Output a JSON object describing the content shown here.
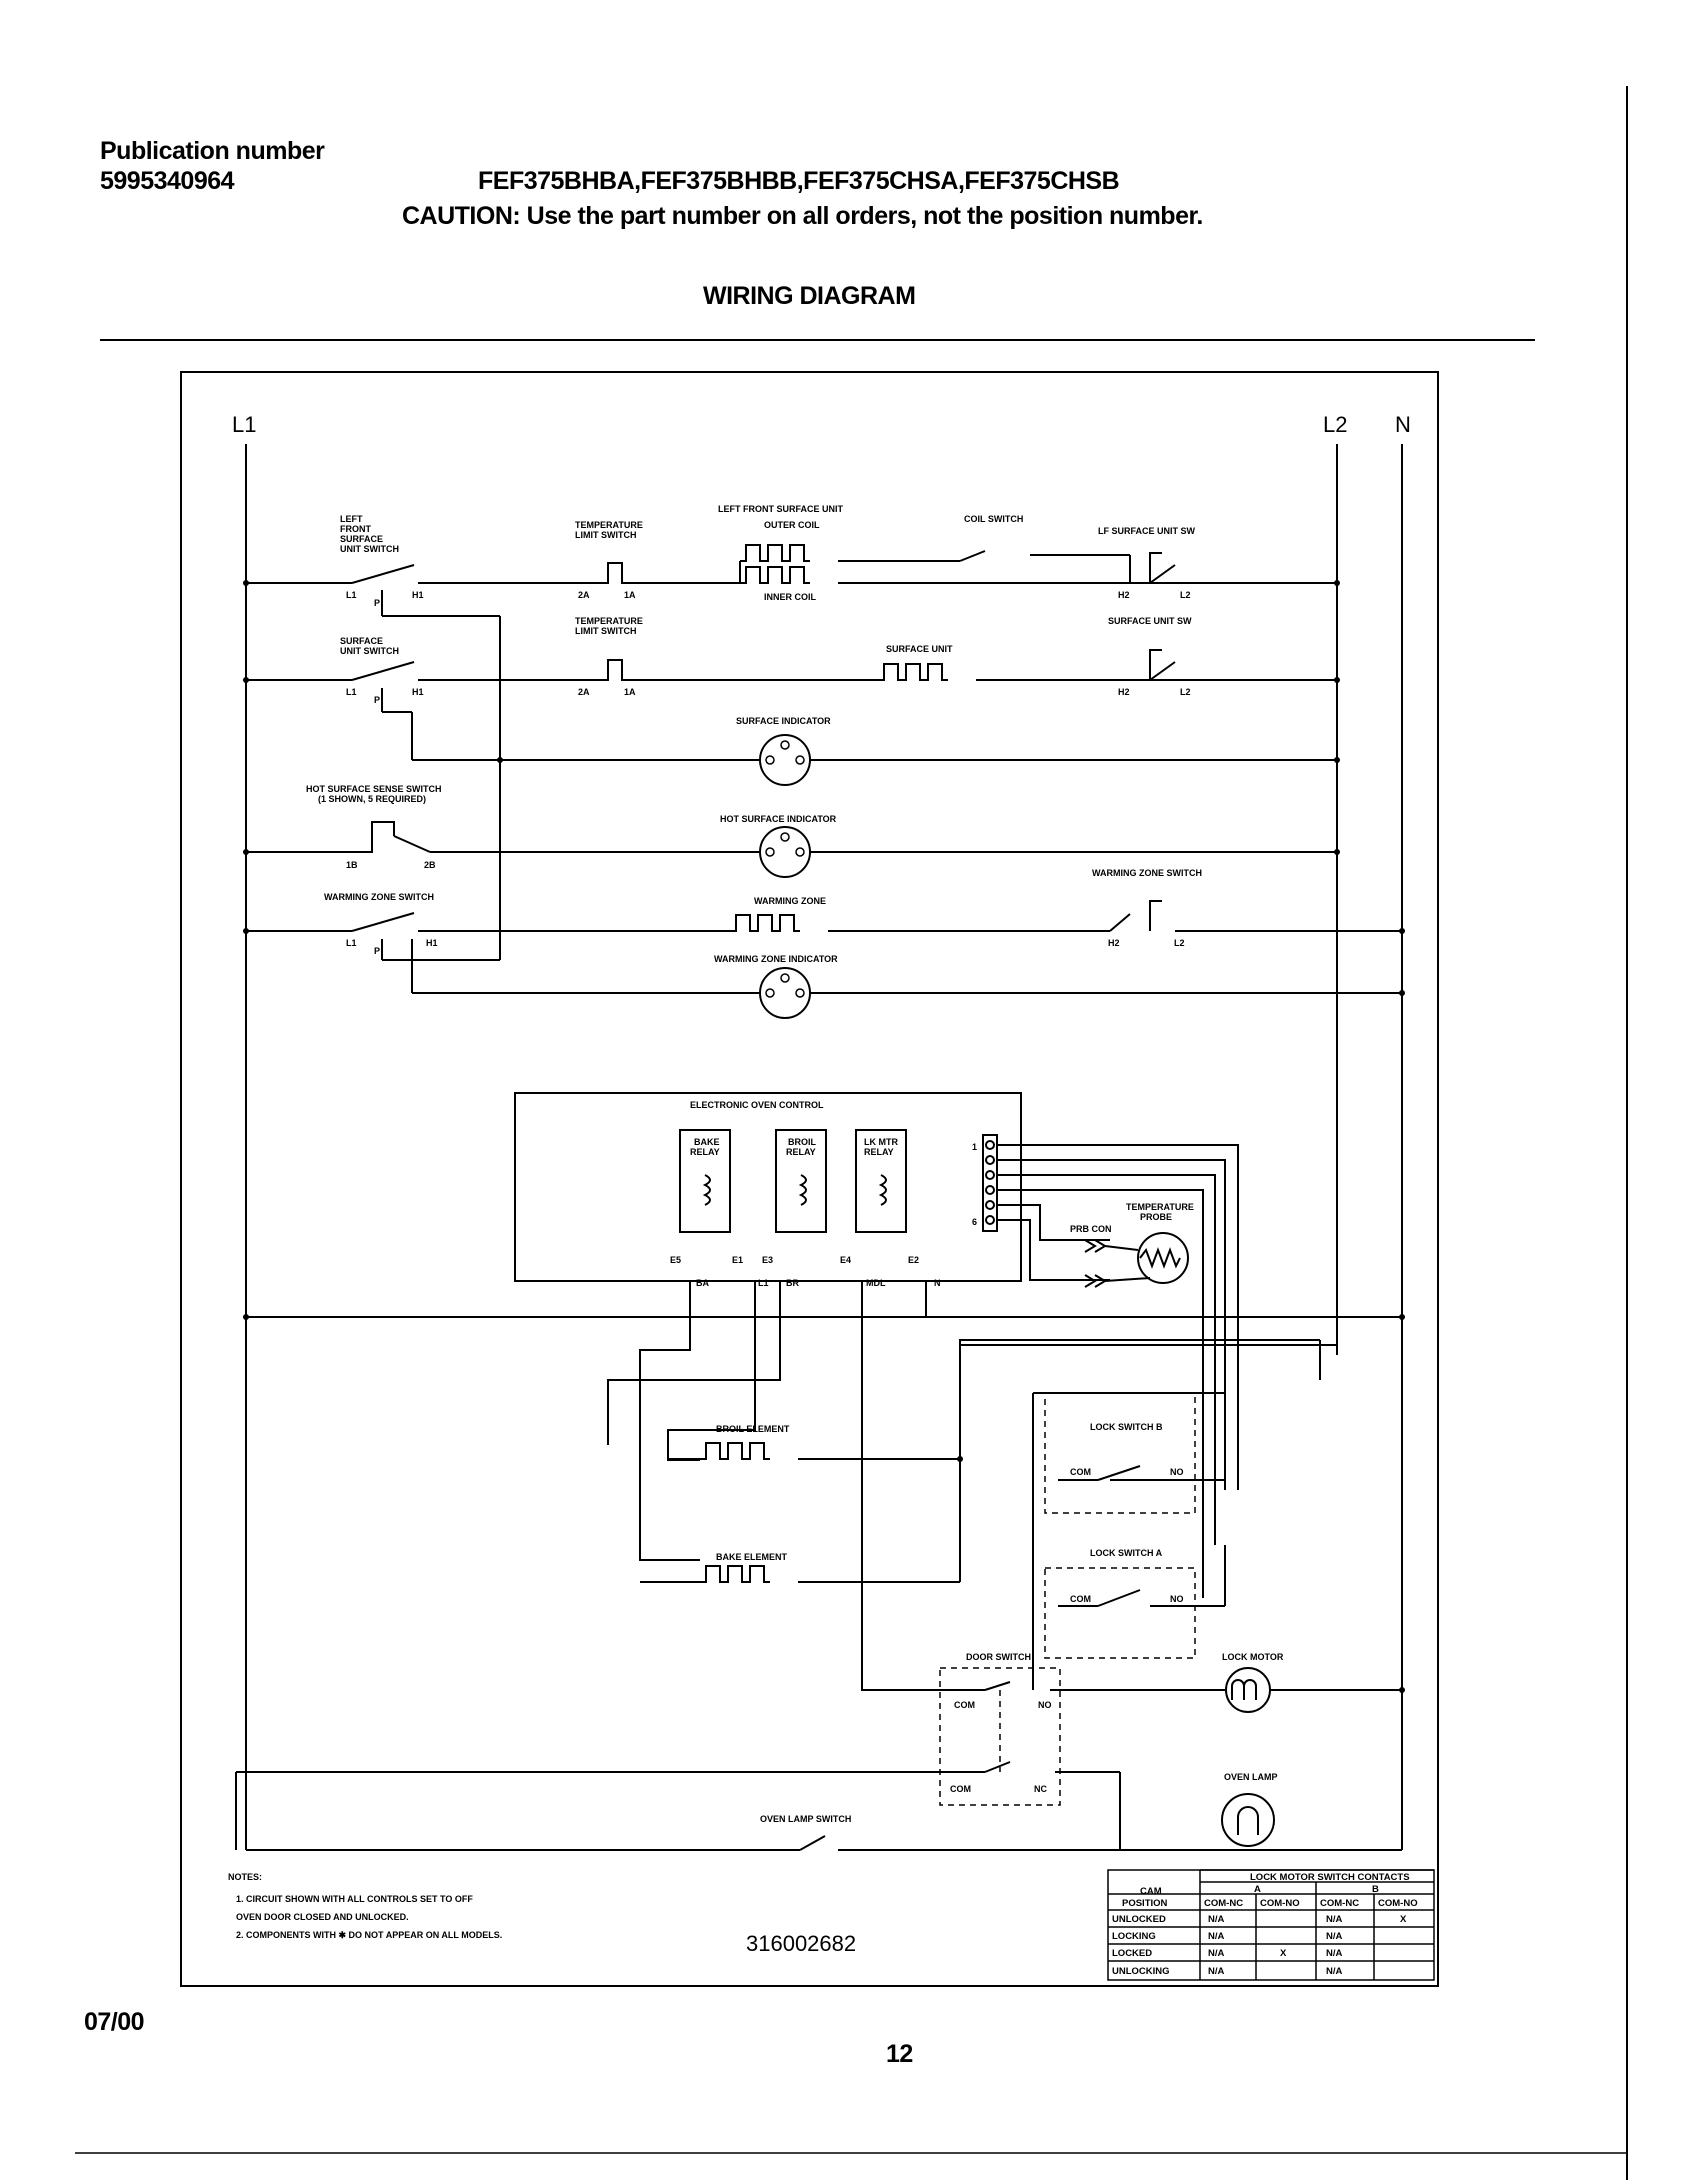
{
  "header": {
    "pub_label": "Publication number",
    "pub_number": "5995340964",
    "models": "FEF375BHBA,FEF375BHBB,FEF375CHSA,FEF375CHSB",
    "caution": "CAUTION:  Use the part number on all orders, not the position number.",
    "section_title": "WIRING DIAGRAM"
  },
  "rails": {
    "l1": "L1",
    "l2": "L2",
    "n": "N"
  },
  "labels": {
    "lf_switch": [
      "LEFT",
      "FRONT",
      "SURFACE",
      "UNIT SWITCH"
    ],
    "surf_switch": [
      "SURFACE",
      "UNIT SWITCH"
    ],
    "temp_limit_switch": [
      "TEMPERATURE",
      "LIMIT SWITCH"
    ],
    "lf_surface_unit": "LEFT FRONT SURFACE UNIT",
    "outer_coil": "OUTER COIL",
    "inner_coil": "INNER COIL",
    "coil_switch": "COIL SWITCH",
    "lf_surface_unit_sw": "LF SURFACE UNIT SW",
    "surface_unit": "SURFACE UNIT",
    "surface_unit_sw": "SURFACE UNIT SW",
    "surface_indicator": "SURFACE INDICATOR",
    "hot_sense_switch": [
      "HOT SURFACE SENSE SWITCH",
      "(1 SHOWN, 5 REQUIRED)"
    ],
    "hot_surface_indicator": "HOT SURFACE INDICATOR",
    "warming_zone_switch": "WARMING ZONE SWITCH",
    "warming_zone": "WARMING ZONE",
    "warming_zone_switch_r": "WARMING ZONE SWITCH",
    "warming_zone_indicator": "WARMING ZONE INDICATOR",
    "eoc": "ELECTRONIC OVEN CONTROL",
    "bake_relay": [
      "BAKE",
      "RELAY"
    ],
    "broil_relay": [
      "BROIL",
      "RELAY"
    ],
    "lk_mtr_relay": [
      "LK MTR",
      "RELAY"
    ],
    "temp_probe": [
      "TEMPERATURE",
      "PROBE"
    ],
    "prb_con": "PRB CON",
    "broil_element": "BROIL ELEMENT",
    "bake_element": "BAKE ELEMENT",
    "lock_switch_b": "LOCK SWITCH B",
    "lock_switch_a": "LOCK SWITCH A",
    "door_switch": "DOOR SWITCH",
    "lock_motor": "LOCK MOTOR",
    "oven_lamp": "OVEN LAMP",
    "oven_lamp_switch": "OVEN LAMP SWITCH",
    "com": "COM",
    "no": "NO",
    "nc": "NC",
    "t_l1": "L1",
    "t_p": "P",
    "t_h1": "H1",
    "t_h2": "H2",
    "t_l2": "L2",
    "t_2a": "2A",
    "t_1a": "1A",
    "t_1b": "1B",
    "t_2b": "2B",
    "e5": "E5",
    "e1": "E1",
    "e3": "E3",
    "e4": "E4",
    "e2": "E2",
    "ba": "BA",
    "l1s": "L1",
    "br": "BR",
    "mdl": "MDL",
    "n_s": "N",
    "pin1": "1",
    "pin6": "6"
  },
  "notes": {
    "title": "NOTES:",
    "items": [
      "1.  CIRCUIT SHOWN WITH ALL CONTROLS SET TO OFF",
      "     OVEN DOOR CLOSED AND UNLOCKED.",
      "2.  COMPONENTS WITH  ✱ DO NOT APPEAR ON ALL MODELS."
    ]
  },
  "diagram_number": "316002682",
  "lock_table": {
    "title": "LOCK MOTOR SWITCH CONTACTS",
    "cam_header": [
      "CAM",
      "POSITION"
    ],
    "group_a": "A",
    "group_b": "B",
    "col_headers": [
      "COM-NC",
      "COM-NO",
      "COM-NC",
      "COM-NO"
    ],
    "rows": [
      [
        "UNLOCKED",
        "N/A",
        "",
        "N/A",
        "X"
      ],
      [
        "LOCKING",
        "N/A",
        "",
        "N/A",
        ""
      ],
      [
        "LOCKED",
        "N/A",
        "X",
        "N/A",
        ""
      ],
      [
        "UNLOCKING",
        "N/A",
        "",
        "N/A",
        ""
      ]
    ]
  },
  "footer": {
    "date": "07/00",
    "page": "12"
  }
}
